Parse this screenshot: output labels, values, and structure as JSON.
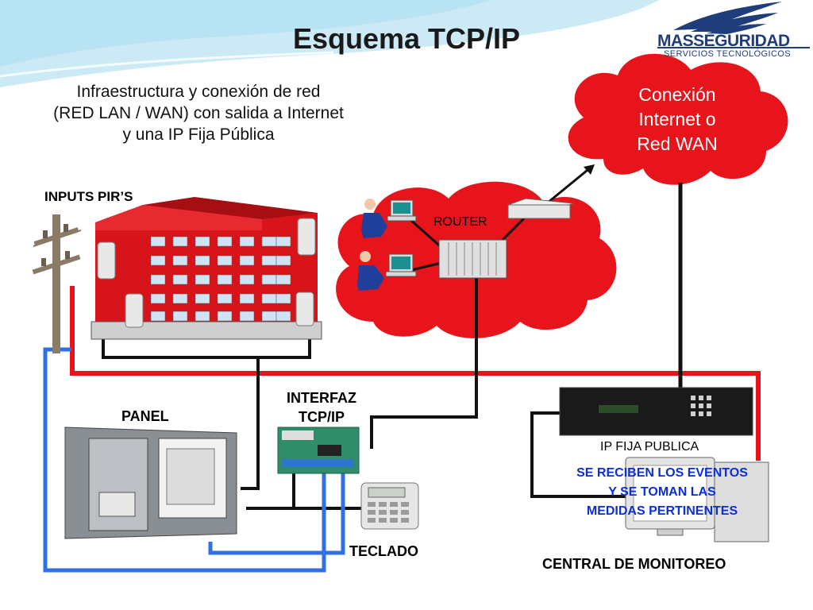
{
  "title": "Esquema TCP/IP",
  "subtitle_lines": [
    "Infraestructura y conexión de red",
    "(RED LAN / WAN) con salida a Internet",
    "y una IP Fija Pública"
  ],
  "logo": {
    "brand_mas": "MAS",
    "brand_seguridad": "SEGURIDAD",
    "tagline": "SERVICIOS TECNOLÓGICOS"
  },
  "cloud_wan": {
    "lines": [
      "Conexión",
      "Internet o",
      "Red WAN"
    ],
    "color": "#e8141b"
  },
  "labels": {
    "inputs": "INPUTS  PIR’S",
    "router": "ROUTER",
    "interfaz_line1": "INTERFAZ",
    "interfaz_line2": "TCP/IP",
    "panel": "PANEL",
    "teclado": "TECLADO",
    "ip_fija": "IP FIJA PUBLICA",
    "central": "CENTRAL DE MONITOREO"
  },
  "events_text": {
    "lines": [
      "SE RECIBEN LOS EVENTOS",
      "Y SE TOMAN LAS",
      "MEDIDAS PERTINENTES"
    ],
    "color": "#0a2fd8"
  },
  "colors": {
    "red_link": "#e8141b",
    "blue_link": "#2f6fe8",
    "black_link": "#111111",
    "building": "#d8141b",
    "header_wave": "#bfe6f5"
  }
}
